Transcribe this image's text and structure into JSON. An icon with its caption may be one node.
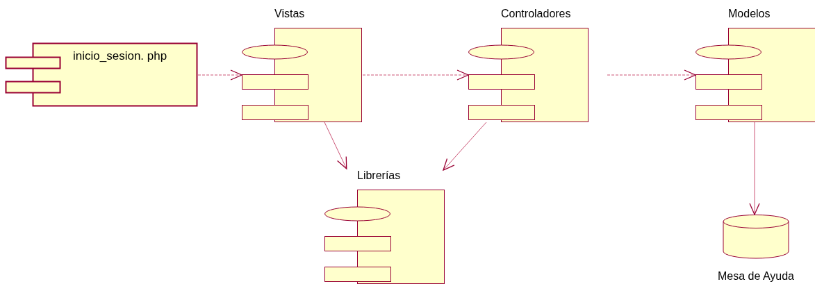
{
  "diagram": {
    "nodes": [
      {
        "text": [
          "inicio_sesion. php"
        ]
      },
      {
        "text": [
          "Vistas"
        ]
      },
      {
        "text": [
          "Controladores"
        ]
      },
      {
        "text": [
          "Modelos"
        ]
      },
      {
        "text": [
          "Librerías"
        ]
      },
      {
        "text": [
          "Mesa de Ayuda"
        ]
      }
    ],
    "edges": [
      {
        "from": 0,
        "to": 1,
        "arrow": "to",
        "style": "dashed"
      },
      {
        "from": 1,
        "to": 2,
        "arrow": "to",
        "style": "dashed"
      },
      {
        "from": 2,
        "to": 3,
        "arrow": "to",
        "style": "dashed"
      },
      {
        "from": 1,
        "to": 4,
        "arrow": "to"
      },
      {
        "from": 2,
        "to": 4,
        "arrow": "to"
      },
      {
        "from": 3,
        "to": 5,
        "arrow": "to"
      }
    ]
  }
}
